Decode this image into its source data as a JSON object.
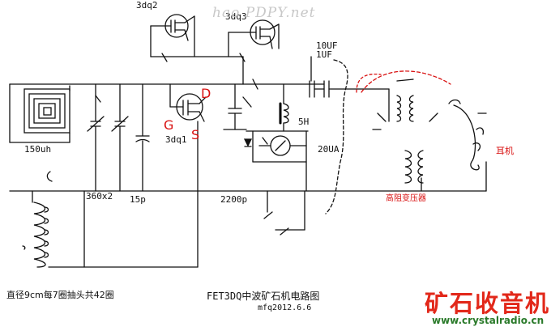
{
  "diagram": {
    "title": "FET3DQ中波矿石机电路图",
    "author_date": "mfq2012.6.6",
    "coil_note": "直径9cm每7圈抽头共42圈",
    "watermark": "hao PDPY.net",
    "logo_text": "矿石收音机",
    "logo_url": "www.crystalradio.cn",
    "colors": {
      "ink": "#111111",
      "accent": "#d81010",
      "logo_red": "#e2281a",
      "logo_green": "#2a7a2a"
    },
    "labels": {
      "tube_2": "3dq2",
      "tube_3": "3dq3",
      "tube_1": "3dq1",
      "loop_antenna": "150uh",
      "variable_cap": "360x2",
      "fixed_cap_small": "15p",
      "fixed_cap_large": "2200p",
      "cap_10uf_a": "10UF",
      "cap_10uf_b": "1UF",
      "inductor": "5H",
      "meter": "20UA",
      "earphone": "耳机",
      "transformer": "高阻变压器",
      "pin_d": "D",
      "pin_g": "G",
      "pin_s": "S"
    }
  }
}
